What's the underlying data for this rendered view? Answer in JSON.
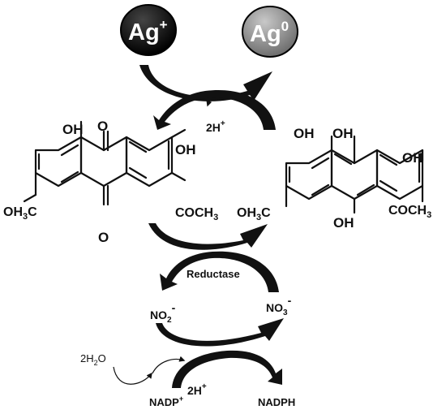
{
  "ions": {
    "ag_plus": "Ag",
    "ag_plus_sup": "+",
    "ag_zero": "Ag",
    "ag_zero_sup": "0"
  },
  "protons_top": {
    "text": "2H",
    "sup": "+"
  },
  "quinone": {
    "oh_top_left": "OH",
    "o_top": "O",
    "oh_right": "OH",
    "methyl_left": "OH",
    "methyl_left_sub": "3",
    "methyl_left_end": "C",
    "acetyl_right": "COCH",
    "acetyl_right_sub": "3",
    "o_bottom": "O"
  },
  "hydroquinone": {
    "oh_top_left": "OH",
    "oh_top_mid": "OH",
    "oh_right": "OH",
    "methyl_left": "OH",
    "methyl_left_sub": "3",
    "methyl_left_end": "C",
    "acetyl_right": "COCH",
    "acetyl_right_sub": "3",
    "oh_bottom": "OH"
  },
  "enzyme": "Reductase",
  "nitrite": {
    "text": "NO",
    "sub": "2",
    "sup": "-"
  },
  "nitrate": {
    "text": "NO",
    "sub": "3",
    "sup": "-"
  },
  "water": {
    "pre": "2H",
    "sub": "2",
    "post": "O"
  },
  "protons_bottom": {
    "text": "2H",
    "sup": "+"
  },
  "nadp": {
    "text": "NADP",
    "sup": "+"
  },
  "nadph": "NADPH",
  "colors": {
    "ag_plus_fill": "#000000",
    "ag_zero_fill": "#8c8c8c",
    "arrow": "#111111"
  }
}
